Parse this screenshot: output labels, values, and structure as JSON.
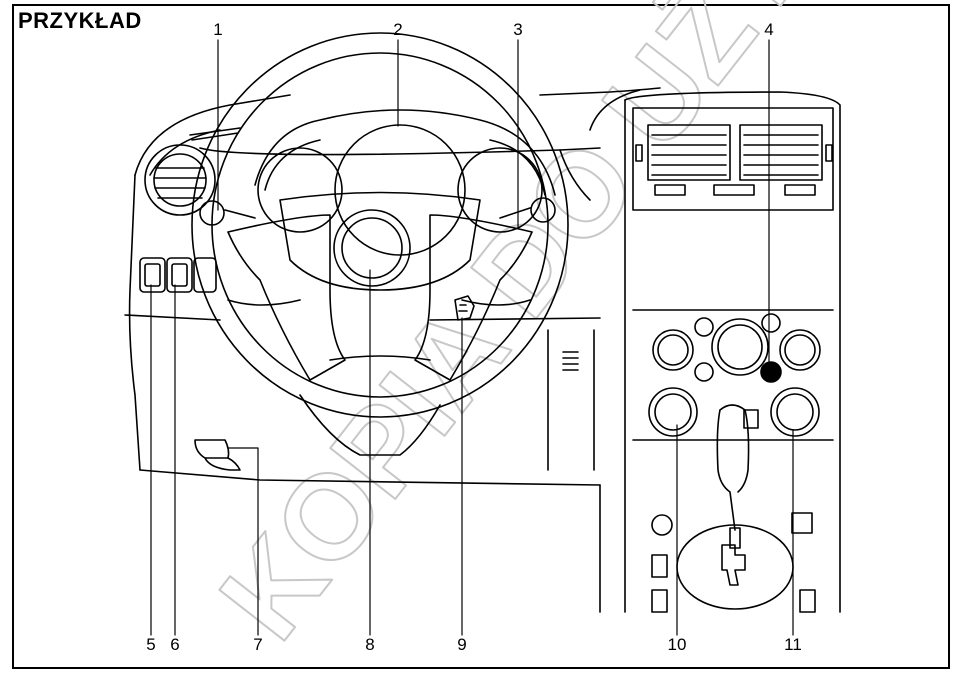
{
  "title": "PRZYKŁAD",
  "watermark": "KOPIA DO UŻYTKU WEWNĘTRZNEGO",
  "callouts": [
    {
      "id": "1",
      "label": "1"
    },
    {
      "id": "2",
      "label": "2"
    },
    {
      "id": "3",
      "label": "3"
    },
    {
      "id": "4",
      "label": "4"
    },
    {
      "id": "5",
      "label": "5"
    },
    {
      "id": "6",
      "label": "6"
    },
    {
      "id": "7",
      "label": "7"
    },
    {
      "id": "8",
      "label": "8"
    },
    {
      "id": "9",
      "label": "9"
    },
    {
      "id": "10",
      "label": "10"
    },
    {
      "id": "11",
      "label": "11"
    }
  ]
}
